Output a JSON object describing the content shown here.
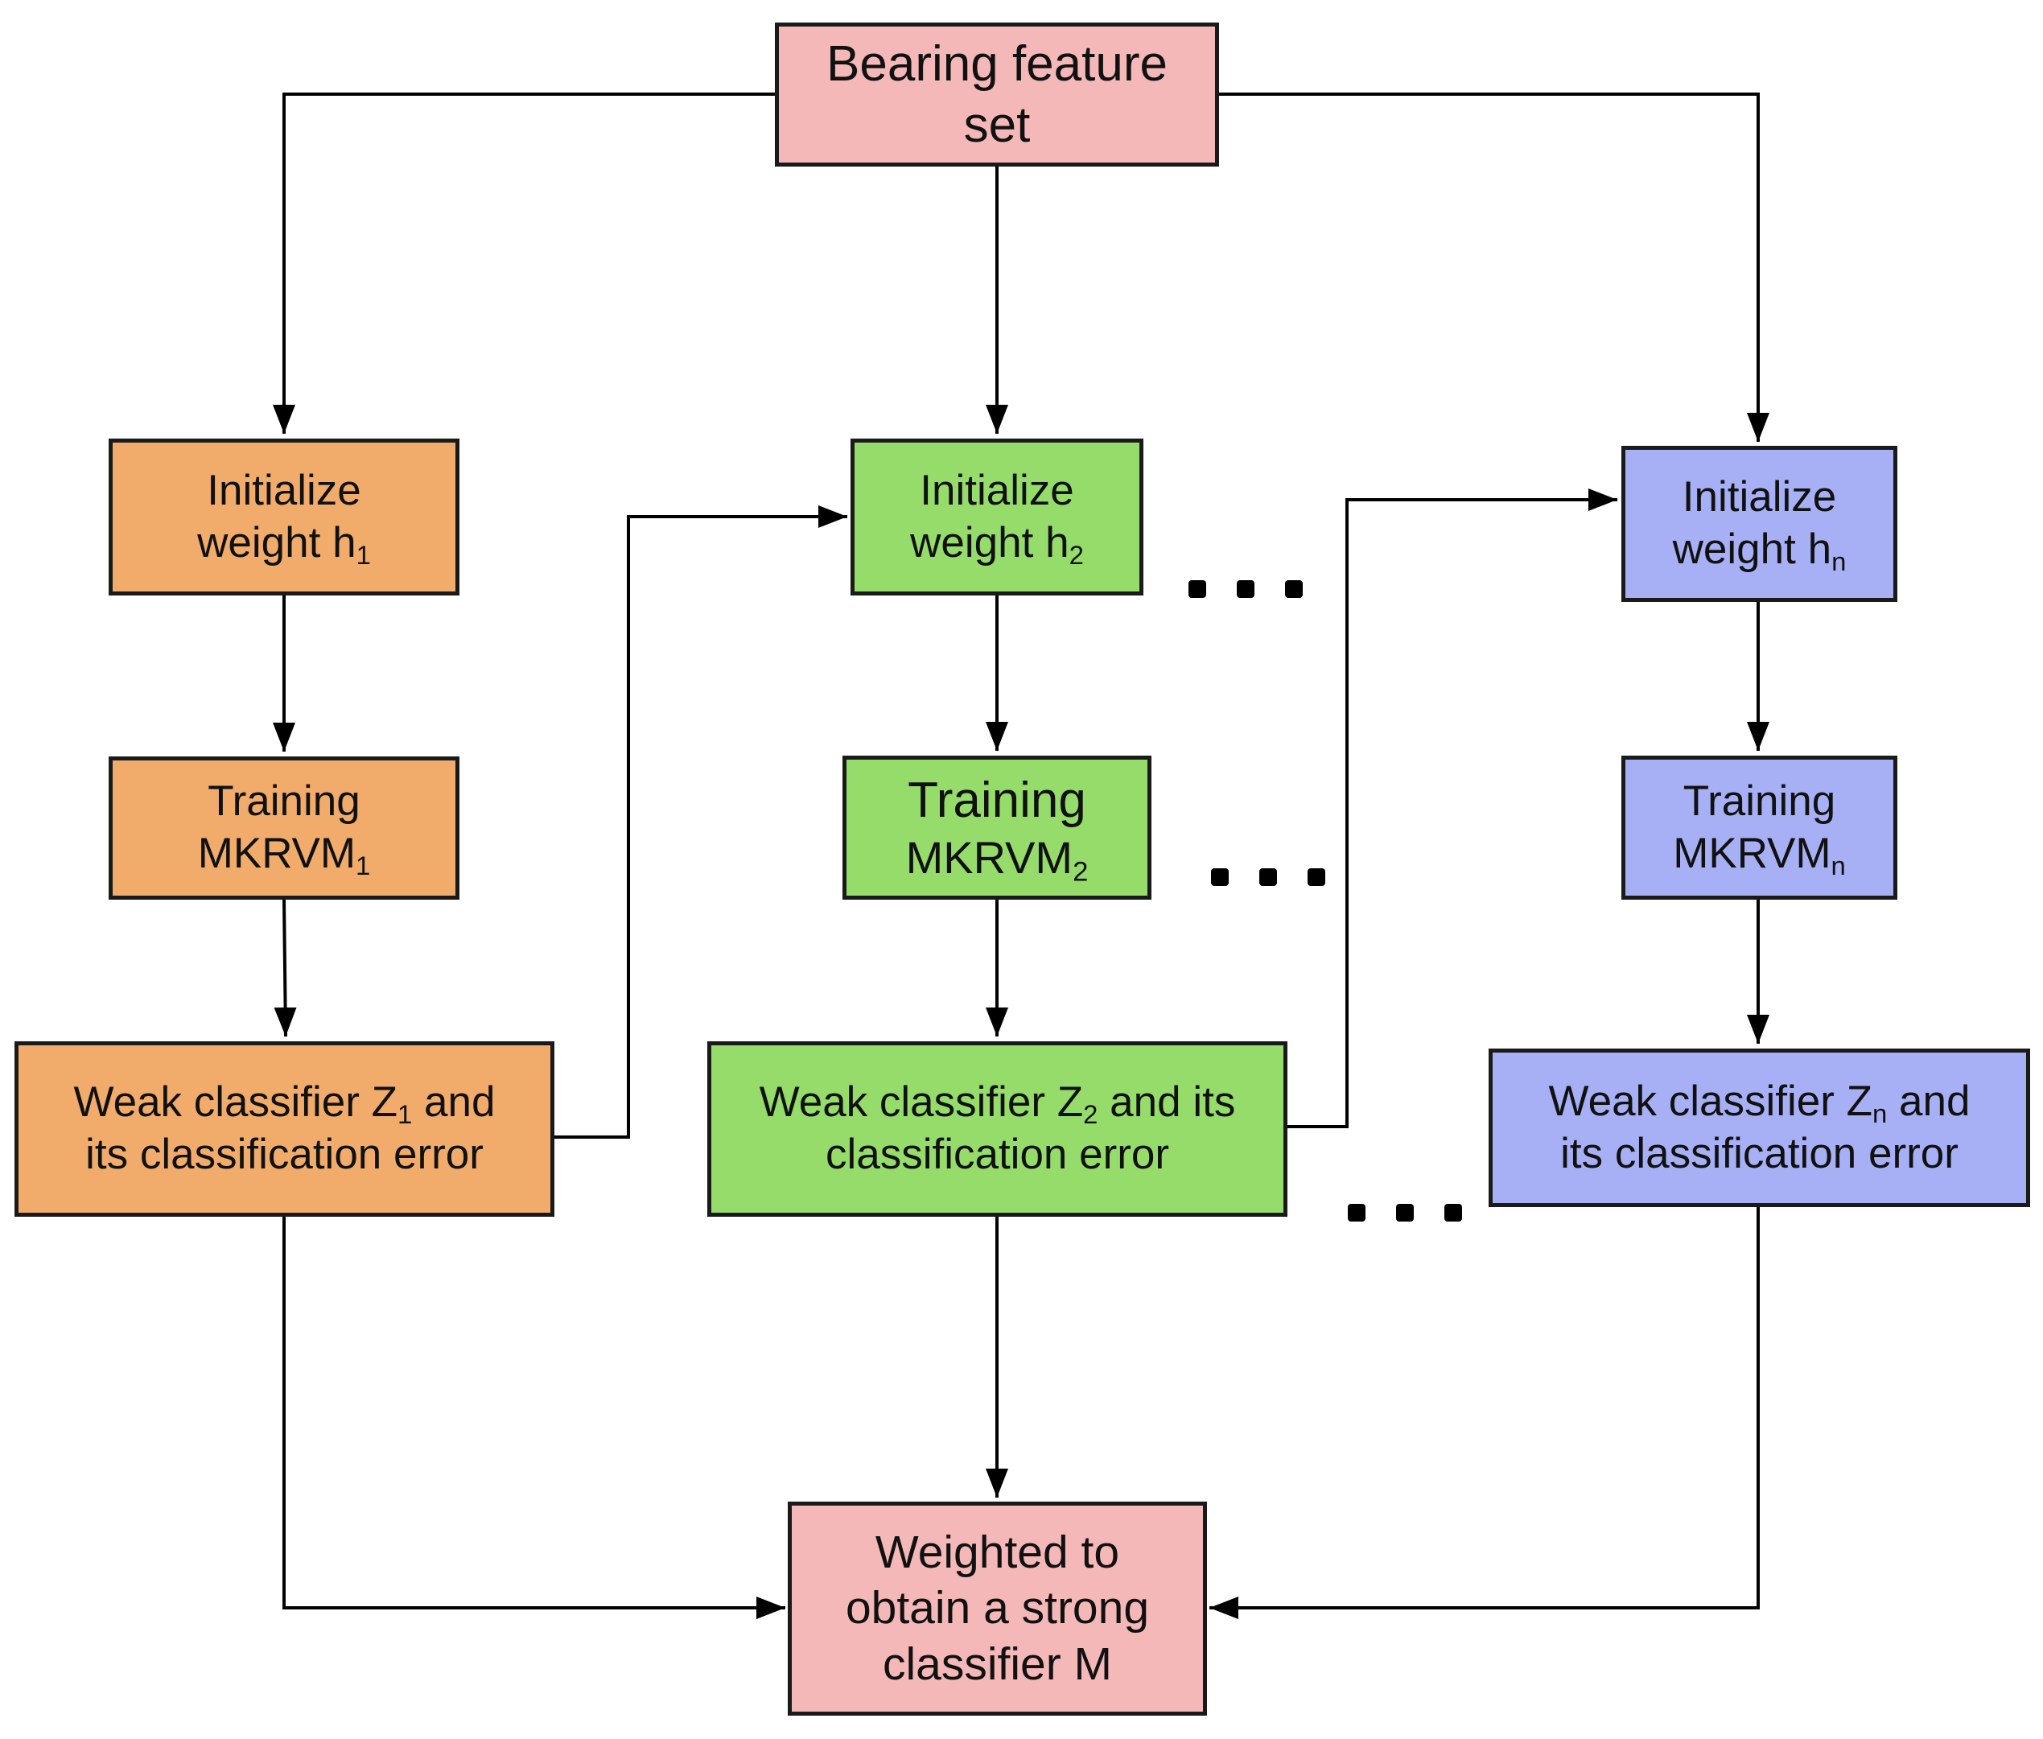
{
  "nodes": {
    "source": {
      "lines": [
        "Bearing feature",
        "set"
      ],
      "color": "#f4b8b8"
    },
    "columns": [
      {
        "color": "#f1ac6c",
        "init": {
          "text": "Initialize",
          "prefix": "weight h",
          "index": "1"
        },
        "train": {
          "text": "Training",
          "prefix": "MKRVM",
          "index": "1"
        },
        "weak": {
          "prefix": "Weak classifier Z",
          "index": "1",
          "suffix": " and",
          "line2": "its classification error"
        }
      },
      {
        "color": "#95dc6a",
        "init": {
          "text": "Initialize",
          "prefix": "weight h",
          "index": "2"
        },
        "train": {
          "text": "Training",
          "prefix": "MKRVM",
          "index": "2"
        },
        "weak": {
          "prefix": "Weak classifier Z",
          "index": "2",
          "suffix": " and its",
          "line2": "classification error"
        }
      },
      {
        "color": "#a7b0f5",
        "init": {
          "text": "Initialize",
          "prefix": "weight h",
          "index": "n"
        },
        "train": {
          "text": "Training",
          "prefix": "MKRVM",
          "index": "n"
        },
        "weak": {
          "prefix": "Weak classifier Z",
          "index": "n",
          "suffix": " and",
          "line2": "its classification error"
        }
      }
    ],
    "output": {
      "lines": [
        "Weighted to",
        "obtain a strong",
        "classifier M"
      ],
      "color": "#f4b8b8"
    }
  },
  "ellipsis": [
    "•••",
    "•••",
    "•••"
  ]
}
